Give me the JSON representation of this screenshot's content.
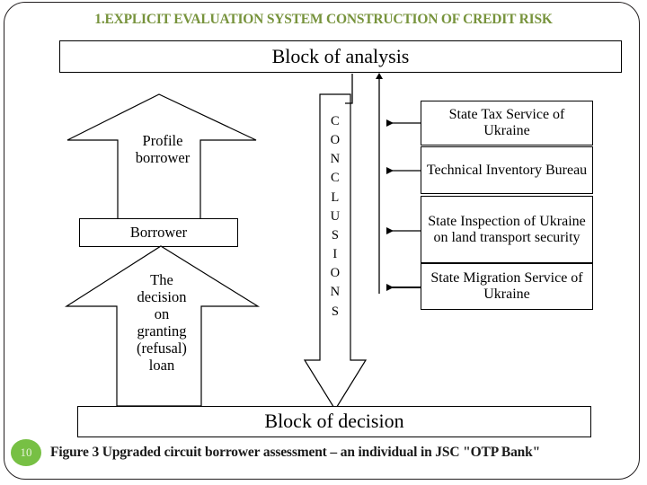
{
  "slide": {
    "title": "1.EXPLICIT EVALUATION SYSTEM CONSTRUCTION OF CREDIT RISK",
    "page_number": "10",
    "caption": "Figure 3 Upgraded circuit borrower assessment – an individual in JSC \"OTP Bank\"",
    "accent_color": "#77933C",
    "badge_color": "#77C044",
    "line_color": "#000000"
  },
  "diagram": {
    "top_block": "Block of analysis",
    "bottom_block": "Block of decision",
    "borrower_block": "Borrower",
    "profile_arrow_label": "Profile\nborrower",
    "profile_arrow_lines": [
      "Profile",
      "borrower"
    ],
    "decision_arrow_lines": [
      "The",
      "decision",
      "on",
      "granting",
      "(refusal)",
      "loan"
    ],
    "conclusions_label": "CONCLUSIONS",
    "conclusions_letters": [
      "C",
      "O",
      "N",
      "C",
      "L",
      "U",
      "S",
      "I",
      "O",
      "N",
      "S"
    ],
    "authorities": [
      {
        "name": "State Tax Service of Ukraine"
      },
      {
        "name": "Technical Inventory Bureau"
      },
      {
        "name": "State Inspection of Ukraine on land transport security"
      },
      {
        "name": "State Migration Service of Ukraine"
      }
    ]
  }
}
